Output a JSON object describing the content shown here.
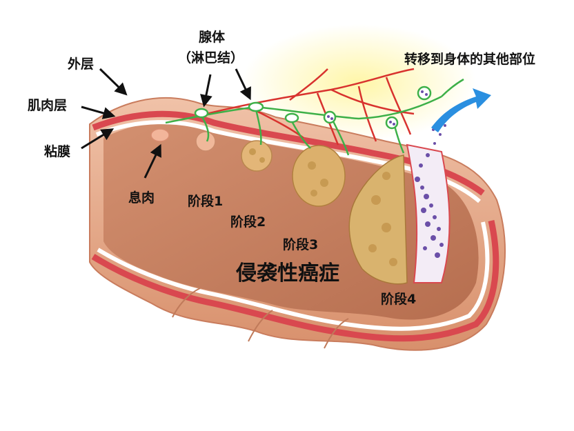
{
  "labels": {
    "outer_layer": "外层",
    "muscle_layer": "肌肉层",
    "mucosa": "粘膜",
    "glands": "腺体",
    "lymph_nodes": "（淋巴结）",
    "metastasis": "转移到身体的其他部位",
    "polyp": "息肉",
    "stage1": "阶段1",
    "stage2": "阶段2",
    "stage3": "阶段3",
    "stage4": "阶段4",
    "invasive_cancer": "侵袭性癌症"
  },
  "colors": {
    "outer_wall": "#e8a98a",
    "muscle_band": "#d9484f",
    "mucosa_band": "#ffffff",
    "inner_lumen": "#c8805e",
    "tumor": "#d9b36e",
    "lymph_vessel": "#3db048",
    "blood_vessel": "#d8322e",
    "glow": "#fff6a8",
    "metastasis_arrow": "#2a8fe0",
    "cancer_cells": "#6b4fa8"
  }
}
